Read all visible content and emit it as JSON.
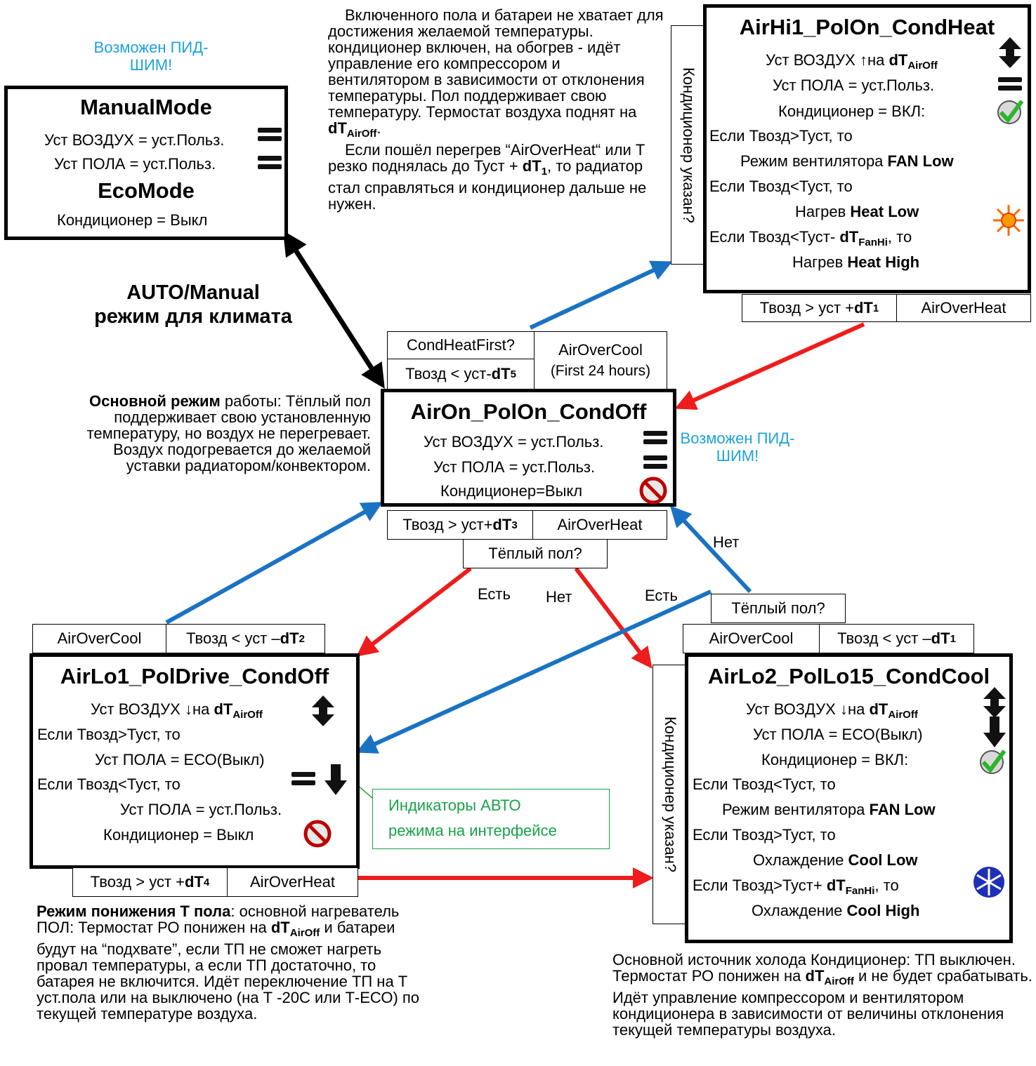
{
  "top_note": {
    "p1": "Включенного пола и батареи не хватает для достижения желаемой температуры. кондиционер включен, на обогрев - идёт управление его компрессором и вентилятором в зависимости от отклонения температуры. Пол поддерживает свою температуру. Термостат воздуха поднят на ",
    "p1_b": "dT",
    "p1_sub": "AirOff",
    "p1_end": ".",
    "p2": "Если пошёл перегрев “AirOverHeat“ или Т резко поднялась до Туст + ",
    "p2_b": "dT",
    "p2_sub": "1",
    "p2_end": ", то радиатор стал справляться и кондиционер дальше не нужен."
  },
  "pid_top": "Возможен ПИД-ШИМ!",
  "pid_mid": "Возможен ПИД-ШИМ!",
  "manual": {
    "title": "ManualMode",
    "l1": "Уст ВОЗДУХ = уст.Польз.",
    "l2": "Уст ПОЛА = уст.Польз.",
    "title2": "EcoMode",
    "l3": "Кондиционер = Выкл"
  },
  "auto_label": {
    "l1": "AUTO/Manual",
    "l2": "режим для климата"
  },
  "airhi": {
    "title": "AirHi1_PolOn_CondHeat",
    "l1": "Уст ВОЗДУХ ↑на ",
    "l1_b": "dT",
    "l1_sub": "AirOff",
    "l2": "Уст ПОЛА = уст.Польз.",
    "l3": "Кондиционер = ВКЛ:",
    "l4": "Если Твозд>Туст, то",
    "l5": "Режим вентилятора ",
    "l5_b": "FAN Low",
    "l6": "Если Твозд<Туст, то",
    "l7": "Нагрев ",
    "l7_b": "Heat Low",
    "l8": "Если Твозд<Туст- ",
    "l8_b": "dT",
    "l8_sub": "FanHi",
    "l8_end": ", то",
    "l9": "Нагрев ",
    "l9_b": "Heat High",
    "vert": "Кондиционер указан?",
    "cond1": "Твозд > уст + ",
    "cond1_b": "dT",
    "cond1_sub": "1",
    "cond2": "AirOverHeat"
  },
  "airon": {
    "title": "AirOn_PolOn_CondOff",
    "l1": "Уст ВОЗДУХ = уст.Польз.",
    "l2": "Уст ПОЛА = уст.Польз.",
    "l3": "Кондиционер=Выкл",
    "top1": "CondHeatFirst?",
    "top2": "Твозд < уст-",
    "top2_b": "dT",
    "top2_sub": "5",
    "top3a": "AirOverCool",
    "top3b": "(First 24 hours)",
    "bot1": "Твозд > уст+",
    "bot1_b": "dT",
    "bot1_sub": "3",
    "bot2": "AirOverHeat",
    "question": "Тёплый пол?"
  },
  "main_note": {
    "b": "Основной режим",
    "t": " работы: Тёплый пол поддерживает свою установленную  температуру, но воздух не перегревает. Воздух подогревается до желаемой уставки радиатором/конвектором."
  },
  "airlo1": {
    "title": "AirLo1_PolDrive_CondOff",
    "l1": "Уст ВОЗДУХ ↓на ",
    "l1_b": "dT",
    "l1_sub": "AirOff",
    "l2": "Если Твозд>Туст, то",
    "l3": "Уст ПОЛА = ЕСО(Выкл)",
    "l4": "Если Твозд<Туст, то",
    "l5": "Уст ПОЛА = уст.Польз.",
    "l6": "Кондиционер = Выкл",
    "top1": "AirOverCool",
    "top2": "Твозд < уст – ",
    "top2_b": "dT",
    "top2_sub": "2",
    "bot1": "Твозд > уст + ",
    "bot1_b": "dT",
    "bot1_sub": "4",
    "bot2": "AirOverHeat"
  },
  "airlo2": {
    "title": "AirLo2_PolLo15_CondCool",
    "l1": "Уст ВОЗДУХ ↓на ",
    "l1_b": "dT",
    "l1_sub": "AirOff",
    "l2": "Уст ПОЛА = ЕСО(Выкл)",
    "l3": "Кондиционер = ВКЛ:",
    "l4": "Если Твозд<Туст, то",
    "l5": "Режим вентилятора ",
    "l5_b": "FAN Low",
    "l6": "Если Твозд>Туст, то",
    "l7": "Охлаждение ",
    "l7_b": "Cool Low",
    "l8": "Если Твозд>Туст+ ",
    "l8_b": "dT",
    "l8_sub": "FanHi",
    "l8_end": ", то",
    "l9": "Охлаждение ",
    "l9_b": "Cool High",
    "vert": "Кондиционер указан?",
    "top1": "AirOverCool",
    "top2": "Твозд < уст – ",
    "top2_b": "dT",
    "top2_sub": "1",
    "question": "Тёплый пол?"
  },
  "edge_labels": {
    "est1": "Есть",
    "net1": "Нет",
    "est2": "Есть",
    "net2": "Нет"
  },
  "indicator_box": {
    "l1": "Индикаторы АВТО",
    "l2": "режима на интерфейсе"
  },
  "low_note": {
    "b1": "Режим понижения Т пола",
    "t1": ": основной нагреватель ПОЛ: Термостат РО понижен на ",
    "b2": "dT",
    "sub2": "AirOff",
    "t2": " и батареи будут на “подхвате”, если ТП не сможет нагреть провал температуры, а если ТП достаточно, то батарея не включится. Идёт переключение ТП на Т уст.пола или на выключено (на Т -20С или Т-ЕСО) по текущей температуре воздуха."
  },
  "cool_note": {
    "t1": "Основной источник холода Кондиционер: ТП выключен. Термостат РО понижен на ",
    "b1": "dT",
    "sub1": "AirOff",
    "t2": " и не будет срабатывать. Идёт управление компрессором и вентилятором кондиционера в зависимости от величины отклонения текущей температуры воздуха."
  },
  "colors": {
    "blue": "#1a73c2",
    "red": "#ee1c1c",
    "cyan": "#1ca3dc",
    "green": "#19a24a"
  },
  "icons": [
    "equals-icon",
    "updown-arrow-icon",
    "down-arrow-icon",
    "ac-on-check-icon",
    "ac-off-icon",
    "sun-icon",
    "snowflake-icon"
  ]
}
